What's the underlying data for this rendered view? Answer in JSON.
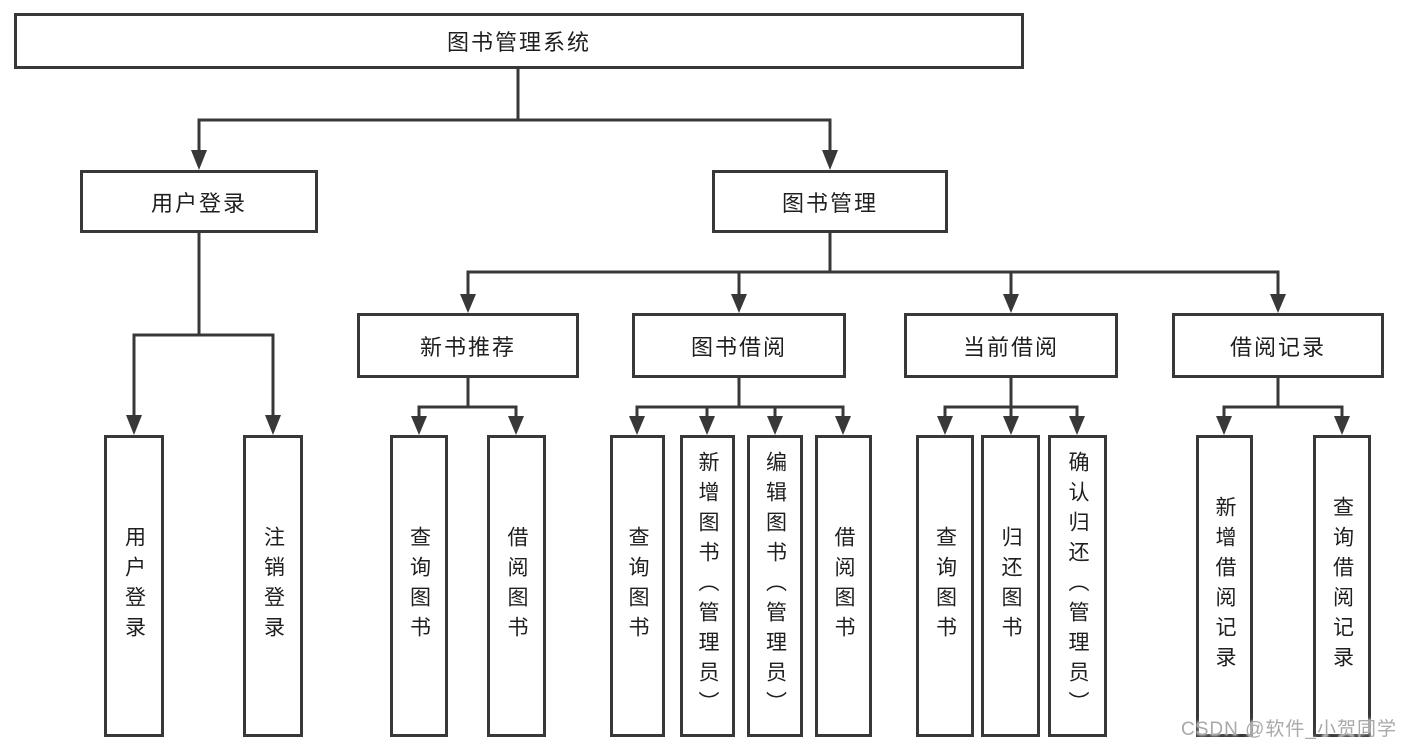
{
  "diagram": {
    "title": "图书管理系统",
    "root": {
      "label": "图书管理系统"
    },
    "level2": [
      {
        "id": "user-login",
        "label": "用户登录"
      },
      {
        "id": "book-management",
        "label": "图书管理"
      }
    ],
    "level3": [
      {
        "id": "new-book-recommend",
        "label": "新书推荐",
        "parent": "book-management"
      },
      {
        "id": "book-borrowing",
        "label": "图书借阅",
        "parent": "book-management"
      },
      {
        "id": "current-borrowing",
        "label": "当前借阅",
        "parent": "book-management"
      },
      {
        "id": "borrowing-records",
        "label": "借阅记录",
        "parent": "book-management"
      }
    ],
    "leaves": [
      {
        "id": "user-login-action",
        "label": "用户登录",
        "parent": "user-login"
      },
      {
        "id": "logout-action",
        "label": "注销登录",
        "parent": "user-login"
      },
      {
        "id": "query-books-recommend",
        "label": "查询图书",
        "parent": "new-book-recommend"
      },
      {
        "id": "borrow-books-recommend",
        "label": "借阅图书",
        "parent": "new-book-recommend"
      },
      {
        "id": "query-books-borrowing",
        "label": "查询图书",
        "parent": "book-borrowing"
      },
      {
        "id": "add-books-admin",
        "label": "新增图书（管理员）",
        "parent": "book-borrowing"
      },
      {
        "id": "edit-books-admin",
        "label": "编辑图书（管理员）",
        "parent": "book-borrowing"
      },
      {
        "id": "borrow-books-borrowing",
        "label": "借阅图书",
        "parent": "book-borrowing"
      },
      {
        "id": "query-books-current",
        "label": "查询图书",
        "parent": "current-borrowing"
      },
      {
        "id": "return-books",
        "label": "归还图书",
        "parent": "current-borrowing"
      },
      {
        "id": "confirm-return-admin",
        "label": "确认归还（管理员）",
        "parent": "current-borrowing"
      },
      {
        "id": "add-borrow-record",
        "label": "新增借阅记录",
        "parent": "borrowing-records"
      },
      {
        "id": "query-borrow-record",
        "label": "查询借阅记录",
        "parent": "borrowing-records"
      }
    ],
    "watermark": "CSDN @软件_小贺同学",
    "colors": {
      "line": "#383838",
      "text": "#1f1f1f",
      "watermark": "#a9a9a9",
      "background": "#ffffff"
    }
  }
}
